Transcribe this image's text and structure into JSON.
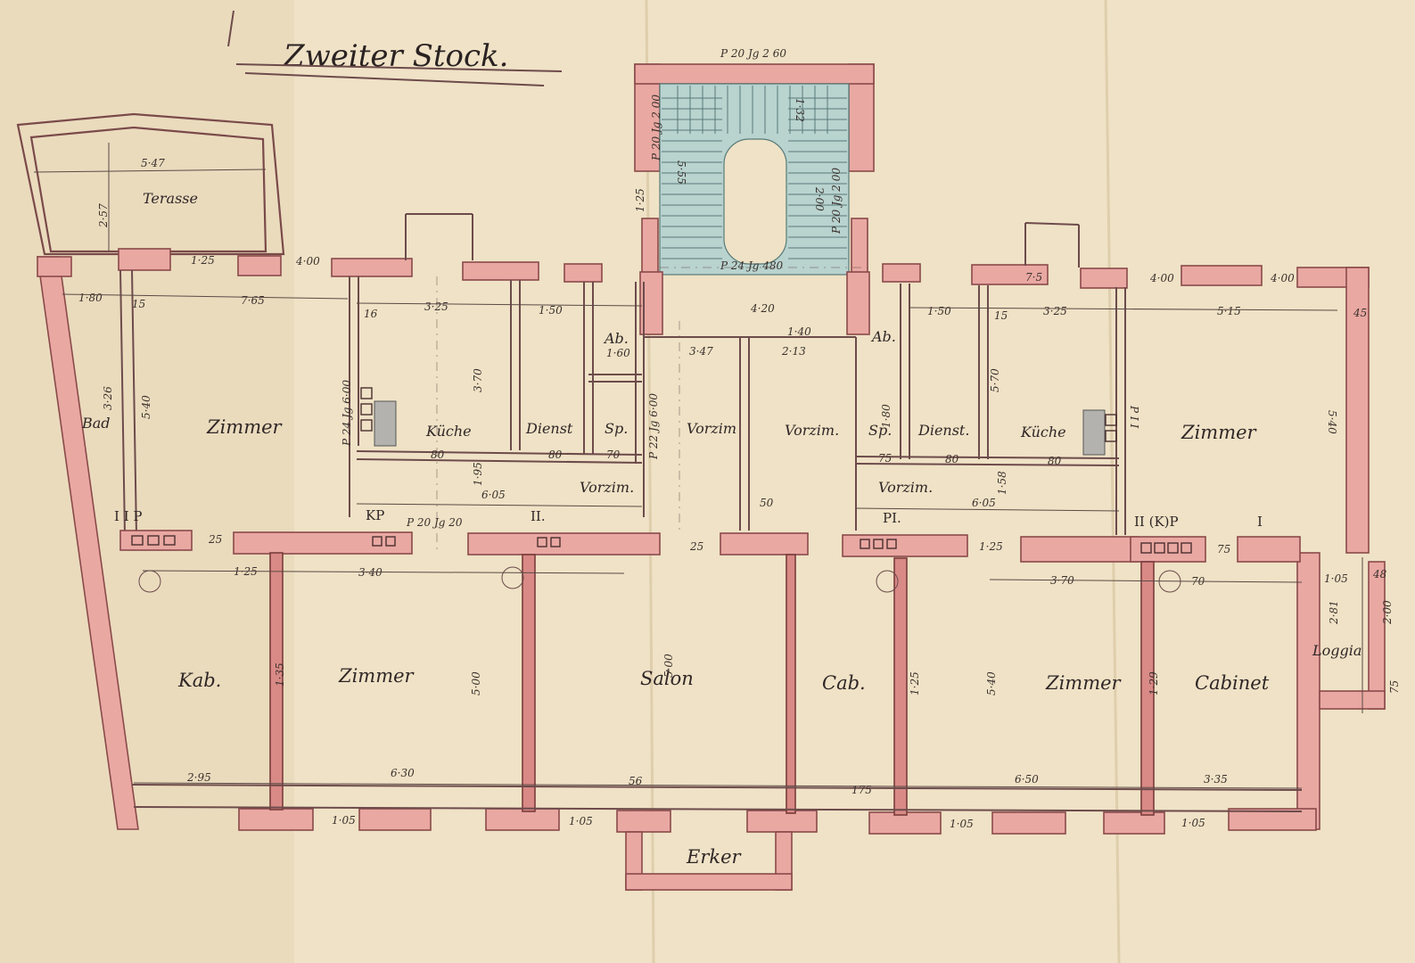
{
  "title": "Zweiter Stock.",
  "rooms": {
    "terrasse": "Terasse",
    "bad": "Bad",
    "zimmer_left": "Zimmer",
    "kueche_left": "Küche",
    "dienst_left": "Dienst",
    "sp_left": "Sp.",
    "ab_left": "Ab.",
    "vorzim_left_vertical": "Vorzim",
    "vorzim_left_hall": "Vorzim.",
    "vorzim_right_vertical": "Vorzim.",
    "ab_right": "Ab.",
    "sp_right": "Sp.",
    "dienst_right": "Dienst.",
    "kueche_right": "Küche",
    "zimmer_right": "Zimmer",
    "vorzim_right_hall": "Vorzim.",
    "kab_left": "Kab.",
    "zimmer_bottom_left": "Zimmer",
    "salon": "Salon",
    "cab_mid": "Cab.",
    "zimmer_bottom_right": "Zimmer",
    "cabinet": "Cabinet",
    "loggia": "Loggia",
    "erker": "Erker"
  },
  "marks": {
    "ip": "I  I P",
    "kp_left": "KP",
    "ii_left": "II.",
    "pi_right": "PI.",
    "iikp": "II (K)P",
    "i_right": "I",
    "pii": "P I I"
  },
  "dimensions": {
    "stair_top": "P 20 Jg 2 60",
    "stair_landing": "P 24 Jg 480",
    "stair_side_left": "P 20 Jg 2 00",
    "stair_side_right": "P 20 Jg 2 00",
    "stair_run": "1·32",
    "stair_r1": "5·55",
    "stair_r2": "2·00",
    "stair_corr": "4·20",
    "stair_w1": "1·25",
    "terrasse_w": "5·47",
    "terrasse_h": "2·57",
    "bad_h": "3·26",
    "top_left_1": "1·25",
    "top_left_2": "4·00",
    "left_1": "1·80",
    "left_2": "7·65",
    "kitchen_w": "3·25",
    "dienst_w": "1·50",
    "zimmer_h": "5·40",
    "kitchen_h": "3·70",
    "abs_1": "1·60",
    "vz_1": "3·47",
    "vz_2": "2·13",
    "vz_3": "1·40",
    "hall_l": "6·05",
    "hall_r": "6·05",
    "hall_h1": "1·95",
    "hall_h2": "1·58",
    "r_dienst": "1·50",
    "r_kitchen": "3·25",
    "r_zimmer": "5·15",
    "r_top_1": "7·5",
    "r_top_2": "4·00",
    "r_top_3": "4·00",
    "r_zimmer_h": "5·40",
    "r_kitchen_h": "5·70",
    "sp_h": "1·80",
    "small_75": "75",
    "small_15": "15",
    "small_16": "16",
    "small_80": "80",
    "small_70": "70",
    "small_25": "25",
    "small_50": "50",
    "small_45": "45",
    "small_125": "1·25",
    "p24": "P 24 Jg 6·00",
    "p22": "P 22 Jg 6·00",
    "p20": "P 20 Jg 20",
    "b_left_1": "1·25",
    "b_left_2": "3·40",
    "b_zim_h": "5·00",
    "b_kab_w": "2·95",
    "b_zim_w": "6·30",
    "b_salon_h": "5·00",
    "b_salon_56": "56",
    "b_105_1": "1·05",
    "b_105_2": "1·05",
    "b_105_3": "1·05",
    "b_105_4": "1·05",
    "b_r_370": "3·70",
    "b_r_70": "70",
    "b_r_650": "6·50",
    "b_r_335": "3·35",
    "b_r_540": "5·40",
    "b_cab_175": "175",
    "b_loggia_105": "1·05",
    "b_loggia_281": "2·81",
    "b_loggia_200": "2·00",
    "b_loggia_75": "75",
    "b_loggia_48": "48",
    "b_side_135": "1·35",
    "b_side_125": "1·25",
    "b_side_129": "1·29"
  },
  "colors": {
    "paper": "#efe2c6",
    "wall": "#e9a8a2",
    "stair": "#b9d3cf",
    "ink": "#2f2626"
  }
}
